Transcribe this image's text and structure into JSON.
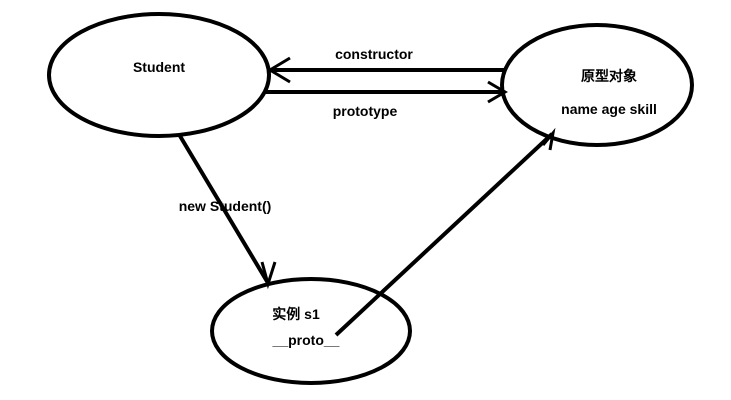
{
  "nodes": {
    "student": {
      "label": "Student"
    },
    "prototype_object": {
      "title": "原型对象",
      "props": "name age skill"
    },
    "instance": {
      "title": "实例 s1",
      "proto": "__proto__"
    }
  },
  "edges": {
    "constructor": {
      "label": "constructor"
    },
    "prototype": {
      "label": "prototype"
    },
    "new_student": {
      "label": "new Student()"
    },
    "proto_link": {
      "label": ""
    }
  },
  "colors": {
    "stroke": "#000000",
    "background": "#ffffff"
  }
}
